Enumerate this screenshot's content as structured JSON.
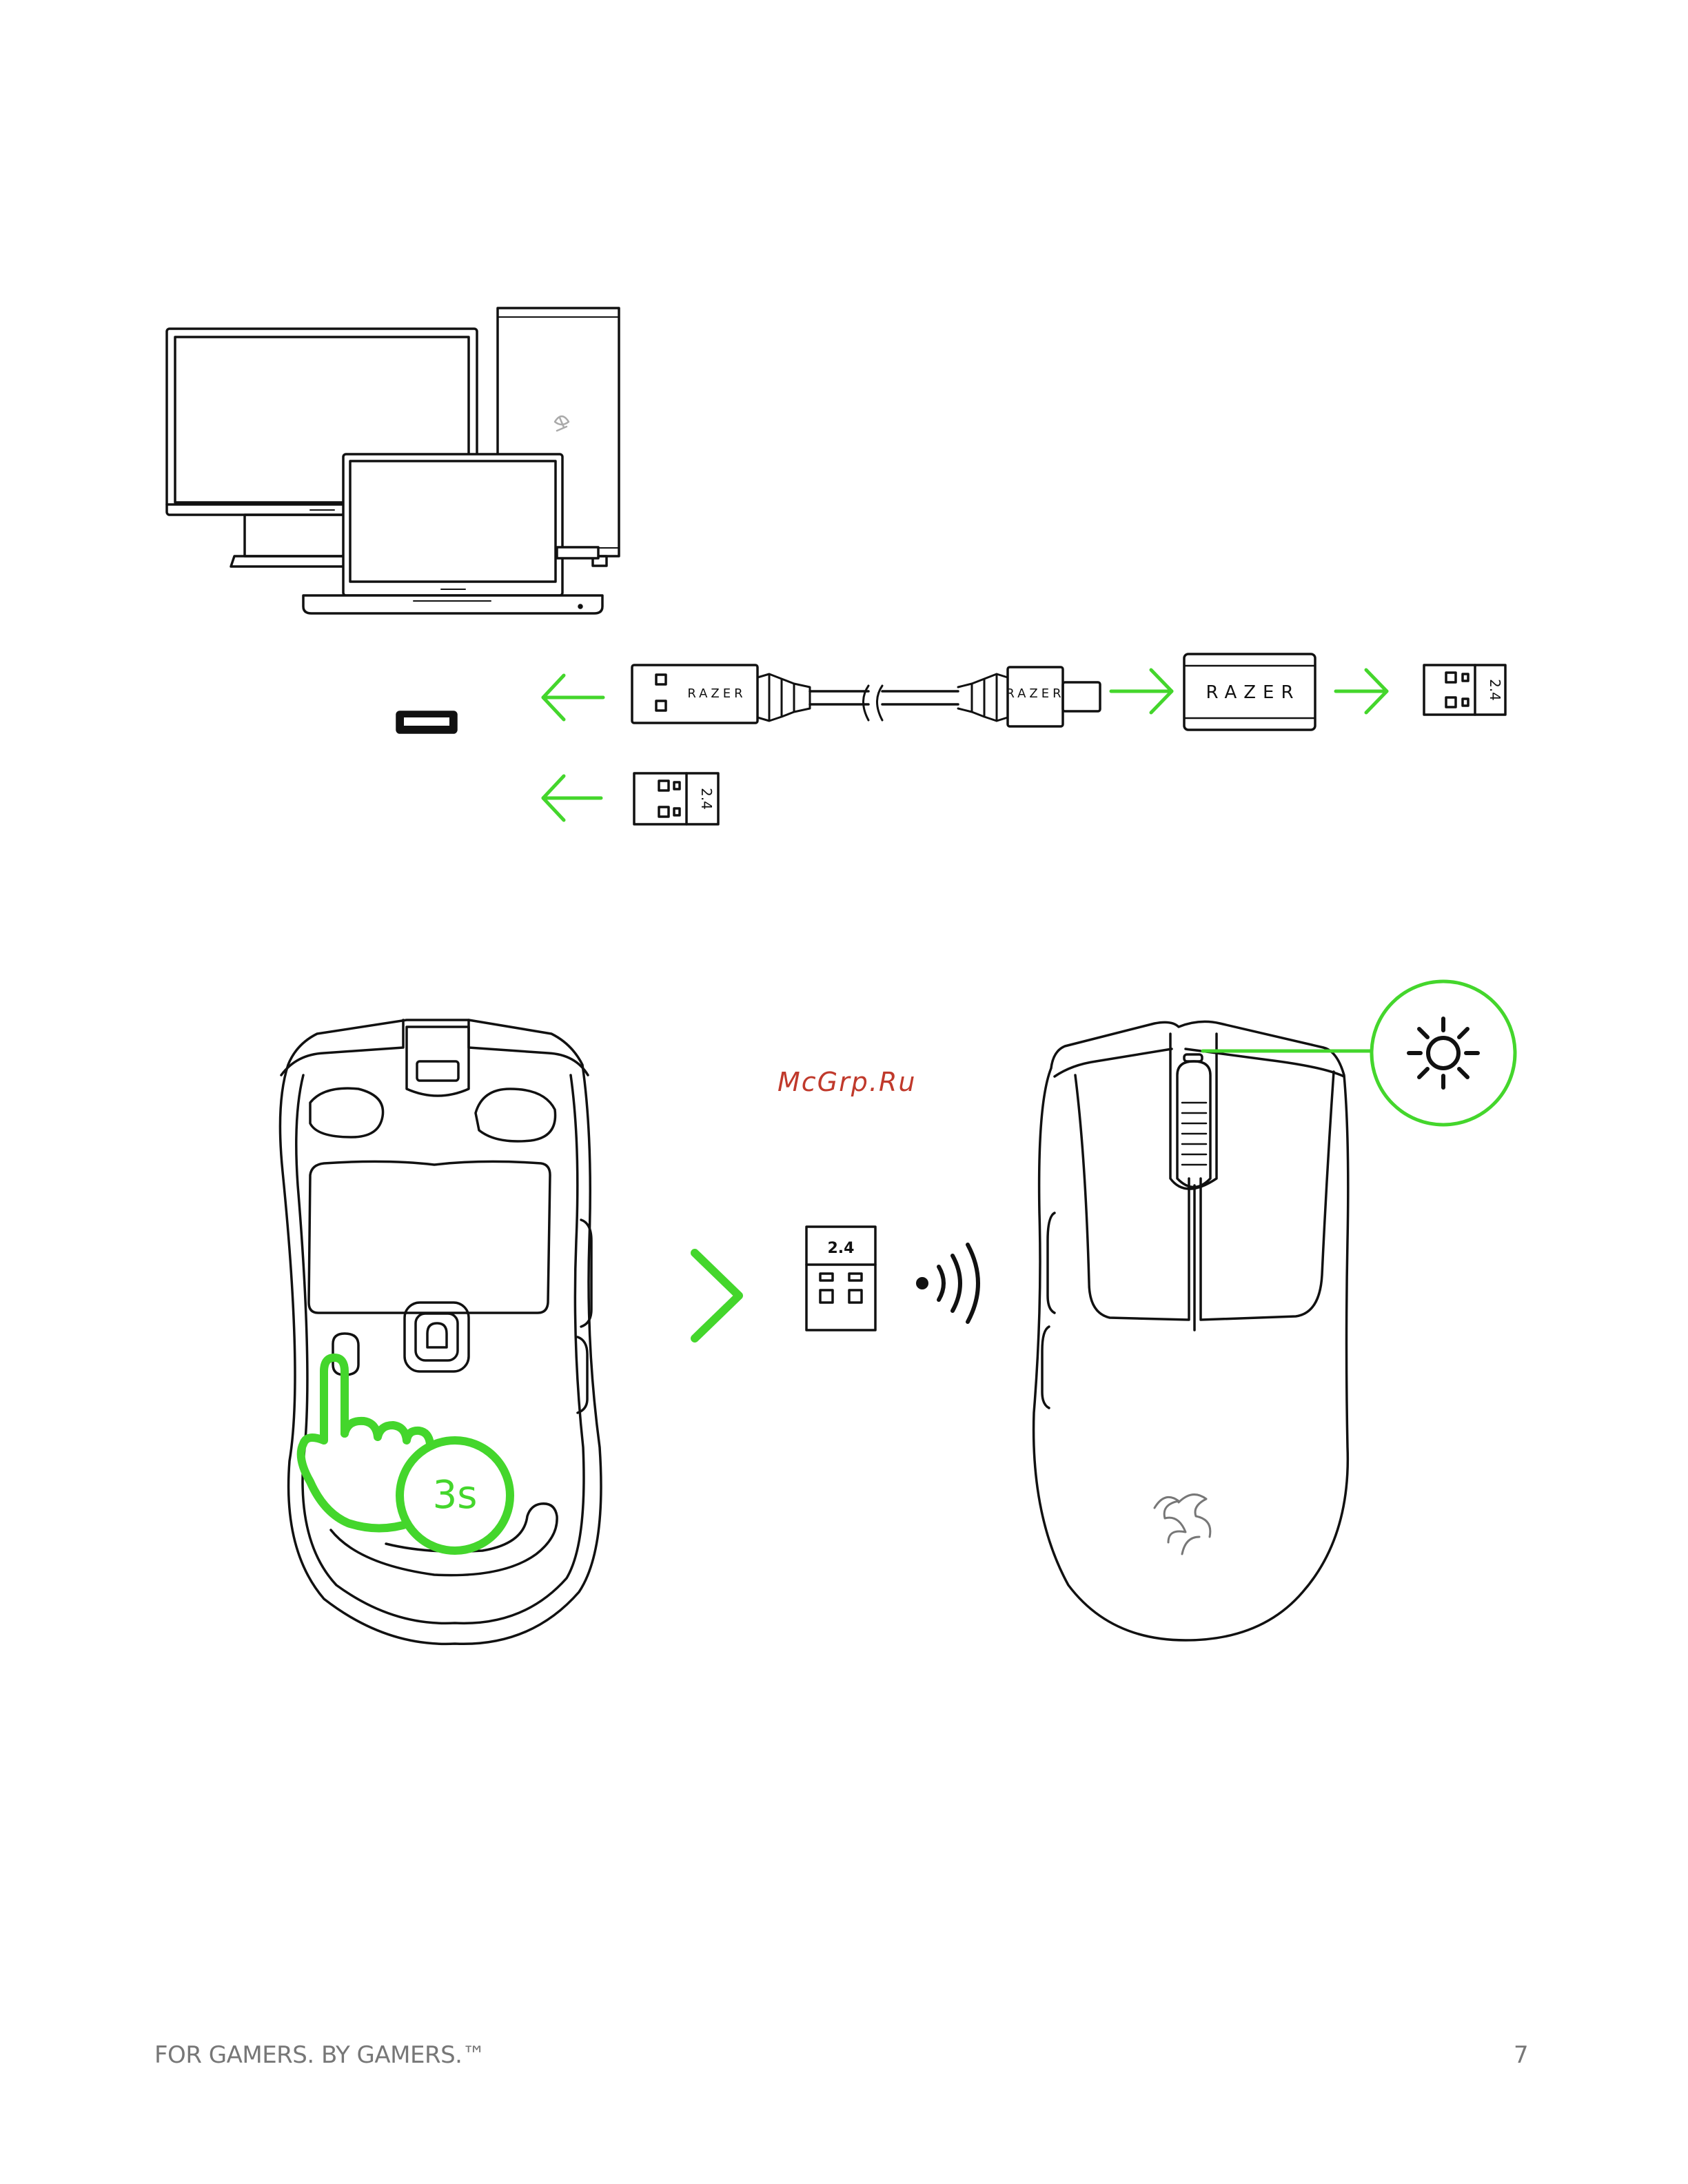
{
  "brand": {
    "logo_text": "RAZER",
    "dongle_label": "2.4",
    "accent_color": "#44d62c"
  },
  "diagram": {
    "hold_duration": "3s"
  },
  "watermark": "McGrp.Ru",
  "footer": {
    "slogan": "FOR GAMERS. BY GAMERS.™",
    "page_number": "7"
  },
  "icons": [
    "monitor-icon",
    "desktop-tower-icon",
    "laptop-icon",
    "usb-port-icon",
    "usb-cable-icon",
    "dongle-adapter-icon",
    "wireless-dongle-icon",
    "arrow-left-icon",
    "arrow-right-icon",
    "chevron-right-icon",
    "wireless-signal-icon",
    "led-light-icon",
    "hand-press-icon",
    "mouse-icon"
  ]
}
